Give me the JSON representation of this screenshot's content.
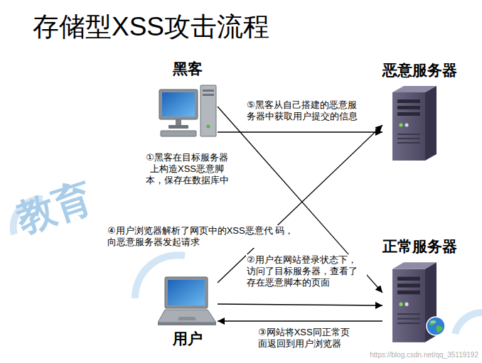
{
  "diagram": {
    "title": "存储型XSS攻击流程",
    "nodes": [
      {
        "text": [
          "黑客"
        ]
      },
      {
        "text": [
          "恶意服务器"
        ]
      },
      {
        "text": [
          "正常服务器"
        ]
      },
      {
        "text": [
          "用户"
        ]
      }
    ],
    "edges": [
      {
        "from": 0,
        "to": 1,
        "arrow": "to",
        "label": "⑤黑客从自己搭建的恶意服 务器中获取用户提交的信息"
      },
      {
        "from": 0,
        "to": 2,
        "arrow": "to",
        "label": "①黑客在目标服务器 上构造XSS恶意脚 本，保存在数据库中"
      },
      {
        "from": 3,
        "to": 1,
        "arrow": "to",
        "label": "④用户浏览器解析了网页中的XSS恶意代 码，向恶意服务器发起请求"
      },
      {
        "from": 3,
        "to": 2,
        "arrow": "to",
        "label": "②用户在网站登录状态下， 访问了目标服务器，查看了 存在恶意脚本的页面"
      },
      {
        "from": 2,
        "to": 3,
        "arrow": "to",
        "label": "③网站将XSS同正常页 面返回到用户浏览器"
      }
    ],
    "labels": [
      "教育",
      "https://blog.csdn.net/qq_35119192"
    ]
  }
}
